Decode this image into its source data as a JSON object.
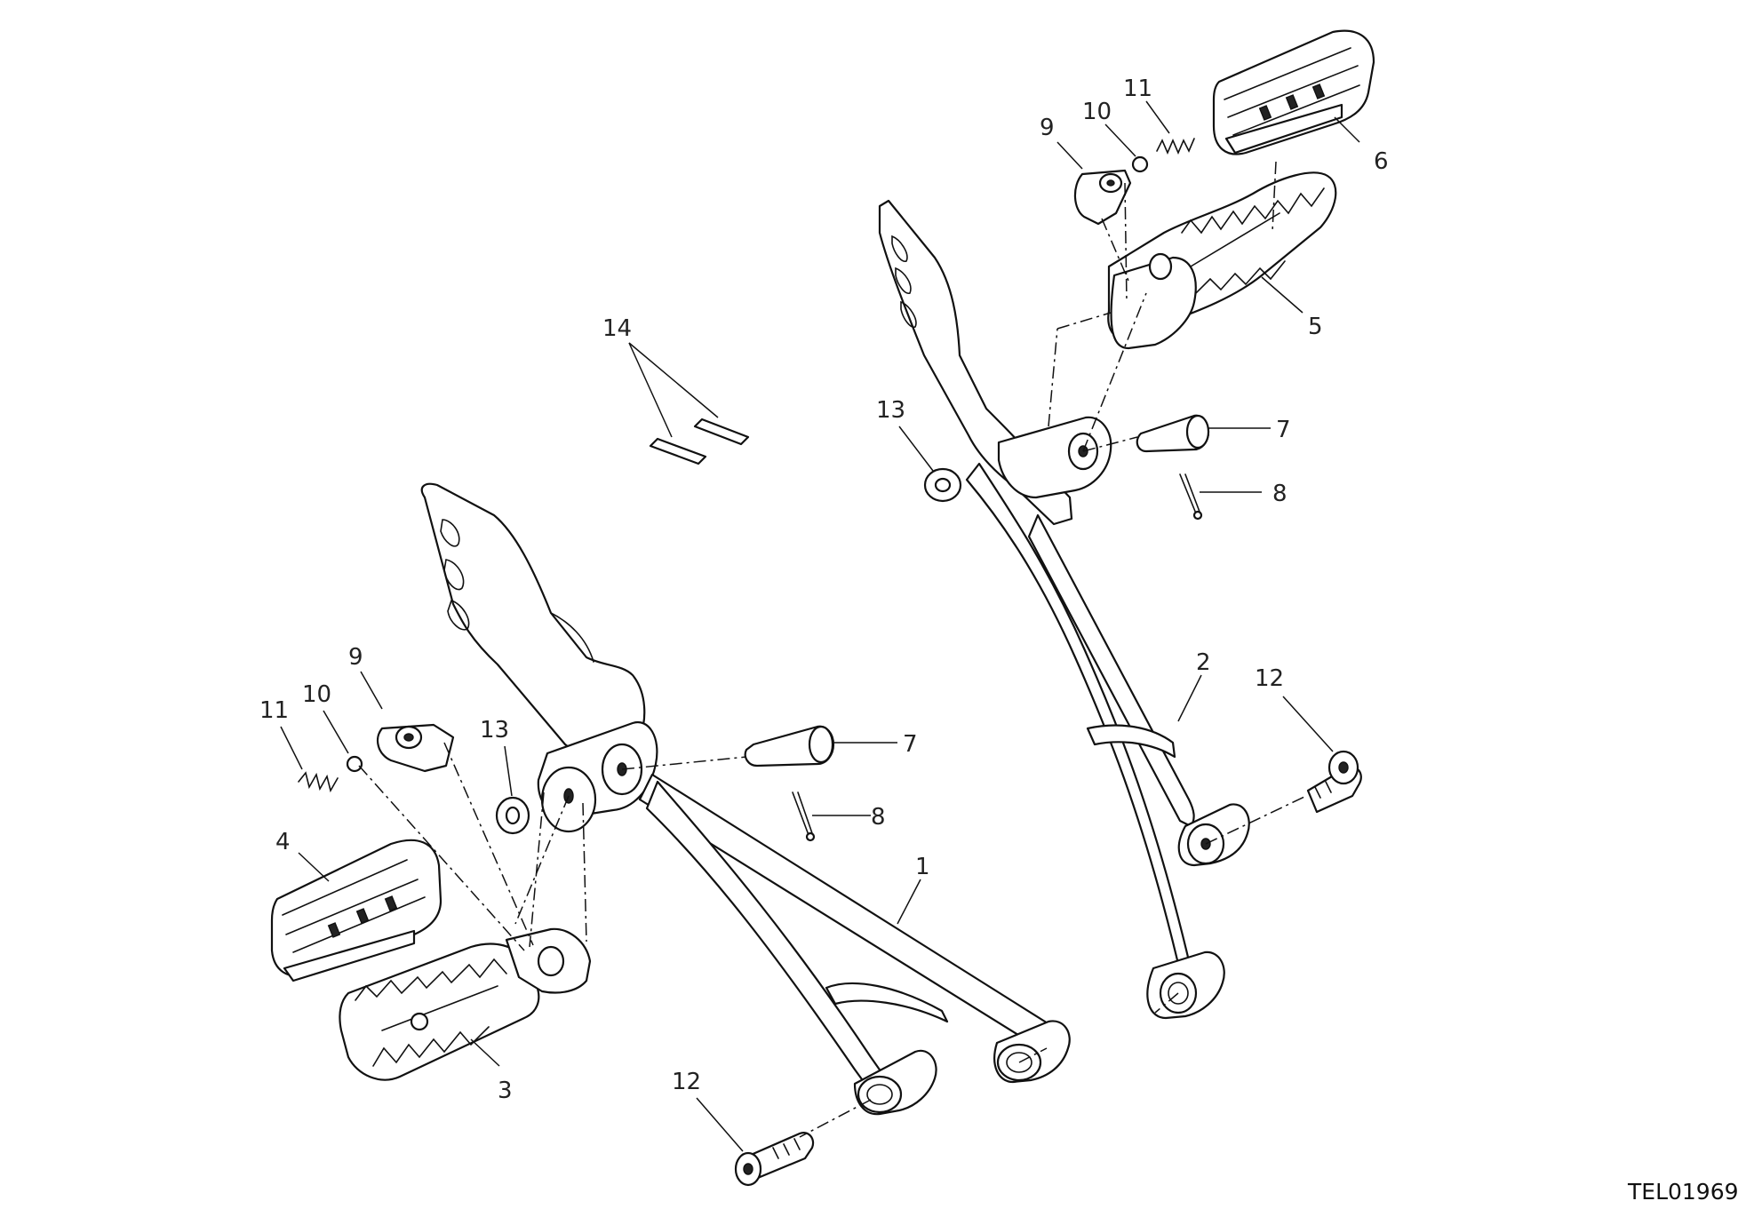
{
  "drawing_ref": "TEL01969",
  "callouts": {
    "c1": "1",
    "c2": "2",
    "c3": "3",
    "c4": "4",
    "c5": "5",
    "c6": "6",
    "c7_upper": "7",
    "c7_lower": "7",
    "c8_upper": "8",
    "c8_lower": "8",
    "c9_upper": "9",
    "c9_lower": "9",
    "c10_upper": "10",
    "c10_lower": "10",
    "c11_upper": "11",
    "c11_lower": "11",
    "c12_right": "12",
    "c12_left": "12",
    "c13_upper": "13",
    "c13_lower": "13",
    "c14": "14"
  }
}
